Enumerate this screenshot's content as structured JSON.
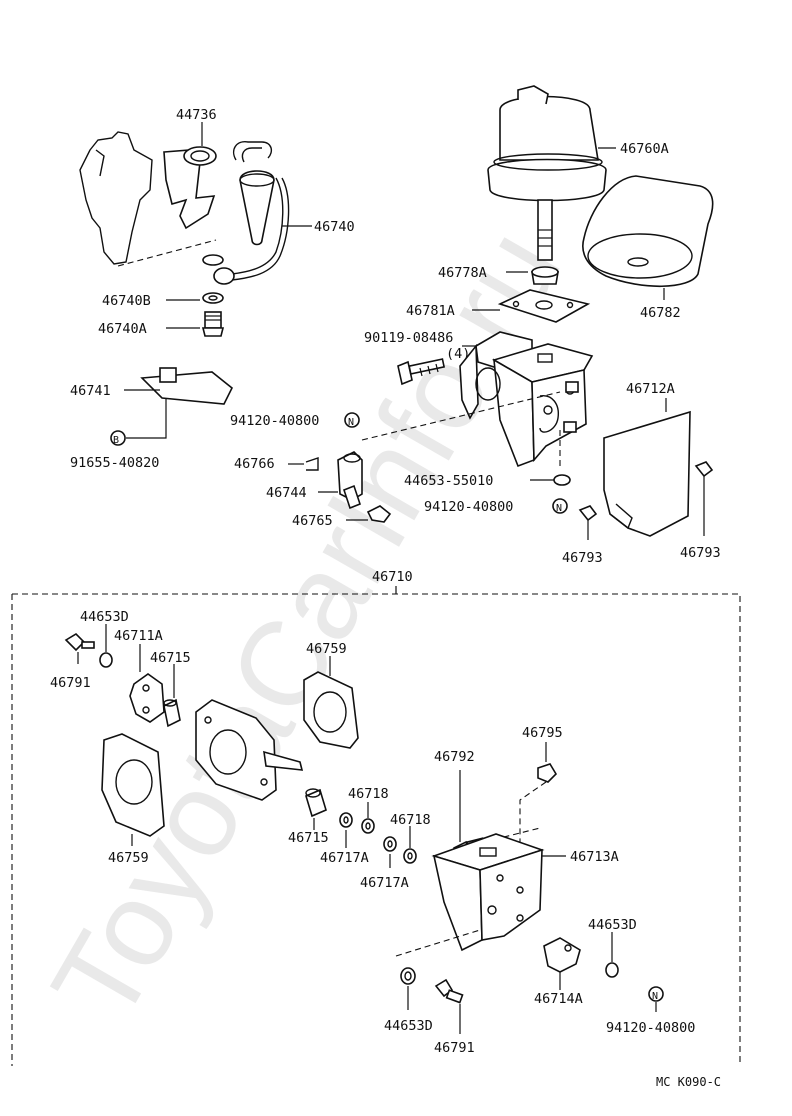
{
  "watermark": "ToyotaCarInfo.ru",
  "footer_code": "MC K090-C",
  "group_label": "46710",
  "labels": {
    "p44736": "44736",
    "p46760A": "46760A",
    "p46740": "46740",
    "p46778A": "46778A",
    "p46740B": "46740B",
    "p46781A": "46781A",
    "p46782": "46782",
    "p46740A": "46740A",
    "p90119": "90119-08486",
    "qty4": "(4)",
    "p46741": "46741",
    "p46712A": "46712A",
    "p94120a": "94120-40800",
    "p91655": "91655-40820",
    "p46766": "46766",
    "p44653_55010": "44653-55010",
    "p46744": "46744",
    "p94120b": "94120-40800",
    "p46765": "46765",
    "p46793a": "46793",
    "p46793b": "46793",
    "p44653Da": "44653D",
    "p46711A": "46711A",
    "p46715a": "46715",
    "p46759a": "46759",
    "p46791a": "46791",
    "p46792": "46792",
    "p46795": "46795",
    "p46718a": "46718",
    "p46718b": "46718",
    "p46715b": "46715",
    "p46717Aa": "46717A",
    "p46759b": "46759",
    "p46717Ab": "46717A",
    "p46713A": "46713A",
    "p44653Db": "44653D",
    "p44653Dc": "44653D",
    "p46714A": "46714A",
    "p94120c": "94120-40800",
    "p46791b": "46791"
  },
  "symbols": {
    "nut_symbol": "N",
    "bolt_symbol": "B"
  }
}
